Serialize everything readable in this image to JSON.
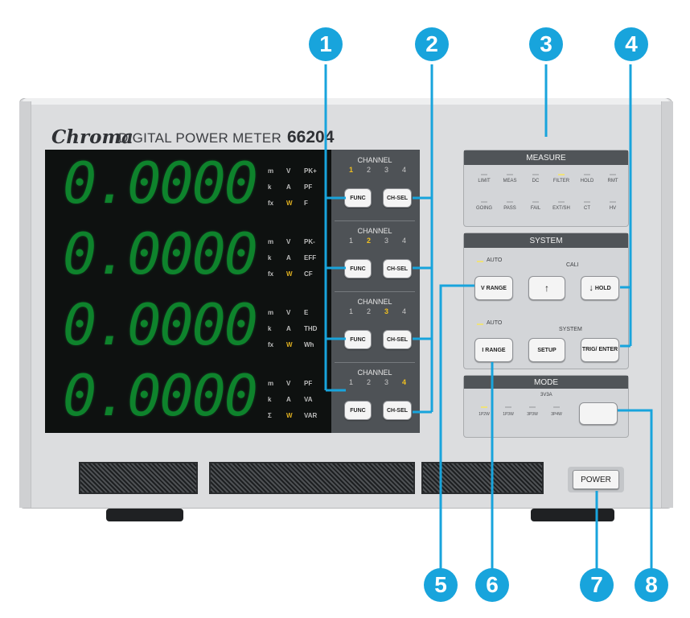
{
  "brand": "Chroma",
  "model_text": "DIGITAL POWER METER",
  "model_number": "66204",
  "display_rows": [
    {
      "value": "0.0000",
      "units": [
        [
          "m",
          "V",
          "PK+"
        ],
        [
          "k",
          "A",
          "PF"
        ],
        [
          "fx",
          "W",
          "F"
        ]
      ],
      "lit_unit": "W"
    },
    {
      "value": "0.0000",
      "units": [
        [
          "m",
          "V",
          "PK-"
        ],
        [
          "k",
          "A",
          "EFF"
        ],
        [
          "fx",
          "W",
          "CF"
        ]
      ],
      "lit_unit": "W"
    },
    {
      "value": "0.0000",
      "units": [
        [
          "m",
          "V",
          "E"
        ],
        [
          "k",
          "A",
          "THD"
        ],
        [
          "fx",
          "W",
          "Wh"
        ]
      ],
      "lit_unit": "W"
    },
    {
      "value": "0.0000",
      "units": [
        [
          "m",
          "V",
          "PF"
        ],
        [
          "k",
          "A",
          "VA"
        ],
        [
          "Σ",
          "W",
          "VAR"
        ]
      ],
      "lit_unit": "W"
    }
  ],
  "channel": {
    "title": "CHANNEL",
    "numbers": [
      "1",
      "2",
      "3",
      "4"
    ],
    "active": [
      1,
      2,
      3,
      4
    ],
    "func_label": "FUNC",
    "chsel_label": "CH-SEL"
  },
  "measure": {
    "title": "MEASURE",
    "row1": [
      "LIMIT",
      "MEAS",
      "DC",
      "FILTER",
      "HOLD",
      "RMT"
    ],
    "row2": [
      "GOING",
      "PASS",
      "FAIL",
      "EXT/SH",
      "CT",
      "HV"
    ],
    "lit": [
      "FILTER"
    ]
  },
  "system": {
    "title": "SYSTEM",
    "auto1": "AUTO",
    "auto2": "AUTO",
    "vrange": "V RANGE",
    "irange": "I RANGE",
    "up": "↑",
    "hold": "HOLD",
    "hold_arrow": "↓",
    "cali": "CALI",
    "system_label": "SYSTEM",
    "setup": "SETUP",
    "trig_enter": "TRIG/ ENTER"
  },
  "mode": {
    "title": "MODE",
    "labels": [
      "1P2W",
      "1P3W",
      "3P3W",
      "3P4W"
    ],
    "sublabel": "3V3A"
  },
  "power_label": "POWER",
  "callouts": [
    "1",
    "2",
    "3",
    "4",
    "5",
    "6",
    "7",
    "8"
  ],
  "colors": {
    "callout": "#18a4dc",
    "digit": "#0f8a2e",
    "lit": "#e0b020"
  }
}
